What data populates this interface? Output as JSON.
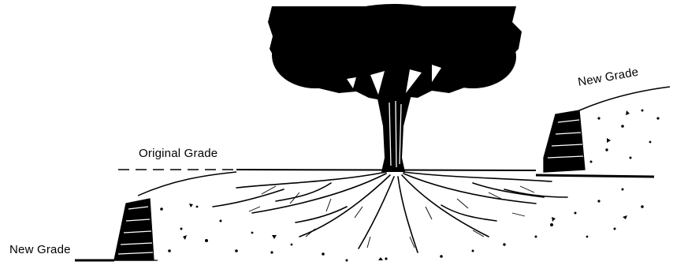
{
  "labels": {
    "original_grade": "Original Grade",
    "new_grade_right": "New Grade",
    "new_grade_left": "New Grade"
  },
  "colors": {
    "ink": "#000000",
    "background": "#ffffff"
  }
}
